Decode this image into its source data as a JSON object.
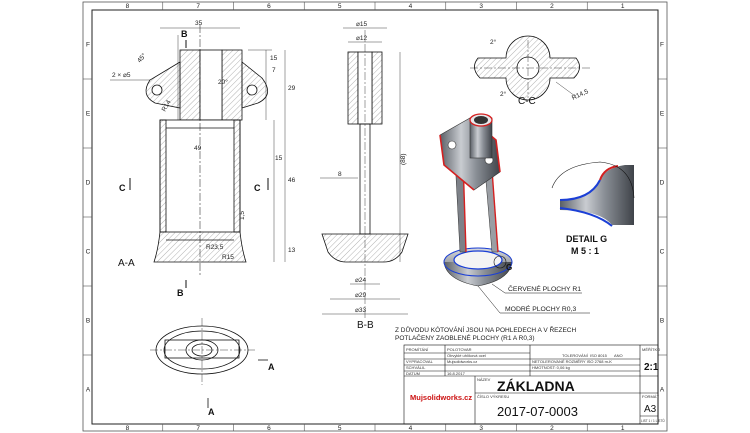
{
  "border": {
    "col_labels_top": [
      "8",
      "7",
      "6",
      "5",
      "4",
      "3",
      "2",
      "1"
    ],
    "col_labels_bottom": [
      "8",
      "7",
      "6",
      "5",
      "4",
      "3",
      "2",
      "1"
    ],
    "row_labels_left": [
      "F",
      "E",
      "D",
      "C",
      "B",
      "A"
    ],
    "row_labels_right": [
      "F",
      "E",
      "D",
      "C",
      "B",
      "A"
    ]
  },
  "views": {
    "section_aa": "A-A",
    "section_bb": "B-B",
    "section_cc": "C-C",
    "detail_title": "DETAIL G",
    "detail_scale": "M 5 : 1",
    "detail_marker": "G",
    "cut_b": "B",
    "cut_c": "C",
    "cut_a": "A"
  },
  "dims_aa": {
    "top_width": "35",
    "holes": "2 × ⌀5",
    "ang1": "45°",
    "r14": "R14",
    "ang2": "20°",
    "d15": "15",
    "d7": "7",
    "d29": "29",
    "d49": "49",
    "d46": "46",
    "d15b": "15",
    "d1_5": "1,5",
    "r23_5": "R23,5",
    "r15": "R15",
    "d13": "13"
  },
  "dims_bb": {
    "d15": "⌀15",
    "d12": "⌀12",
    "d88": "(88)",
    "d8": "8",
    "d24": "⌀24",
    "d29": "⌀29",
    "d33": "⌀33"
  },
  "dims_cc": {
    "ang_a": "2°",
    "ang_b": "2°",
    "r14_5": "R14,5"
  },
  "callouts": {
    "red": "ČERVENÉ PLOCHY R1",
    "blue": "MODRÉ PLOCHY R0,3"
  },
  "note": {
    "line1": "Z DŮVODU KÓTOVÁNÍ JSOU NA POHLEDECH A V ŘEZECH",
    "line2": "POTLAČENY ZAOBLENÉ PLOCHY (R1 A R0,3)"
  },
  "title_block": {
    "col_headers": [
      "PROMÍTÁNÍ",
      "POLOTOVAR"
    ],
    "material": "Obvyklé uhlíková ocel",
    "row_labels": [
      "VYPRACOVAL",
      "SCHVÁLIL",
      "DATUM"
    ],
    "author": "Mujsolidworks.cz",
    "date": "16.8.2017",
    "tolerance_label": "TOLEROVÁNÍ",
    "tolerance": "ISO 8015",
    "tolerance_ano": "ANO",
    "general_tol": "NETOLEROVANÉ ROZMĚRY ISO 2768 m-K",
    "weight": "HMOTNOST: 0,06 kg",
    "scale_label": "MĚŘÍTKO",
    "scale": "2:1",
    "name_label": "NÁZEV",
    "name": "ZÁKLADNA",
    "logo": "Mujsolidworks.cz",
    "drawing_no_label": "ČÍSLO VÝKRESU",
    "drawing_no": "2017-07-0003",
    "format_label": "FORMÁT",
    "format": "A3",
    "sheet": "LIST 1 / 1 LISTŮ"
  }
}
